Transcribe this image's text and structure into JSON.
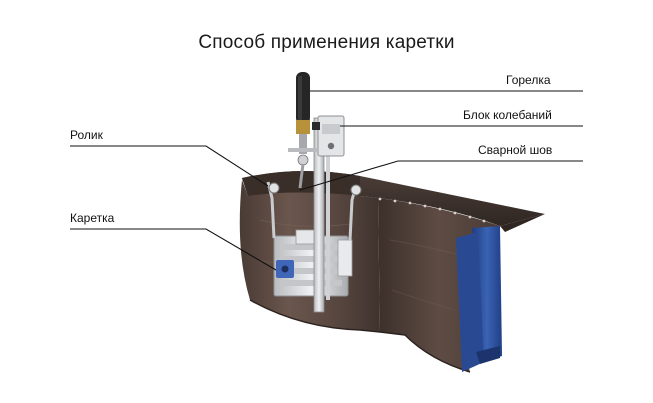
{
  "title": "Способ применения каретки",
  "labels": {
    "torch": "Горелка",
    "oscillation_block": "Блок колебаний",
    "weld_seam": "Сварной шов",
    "roller": "Ролик",
    "carriage": "Каретка"
  },
  "colors": {
    "steel": "#5b4a42",
    "steel_dark": "#3e322d",
    "steel_light": "#86736a",
    "blue_profile": "#2d4f9a",
    "aluminium": "#d9dadc",
    "torch_handle": "#2a2a2a",
    "brass": "#b8923a",
    "leader_line": "#111111"
  }
}
